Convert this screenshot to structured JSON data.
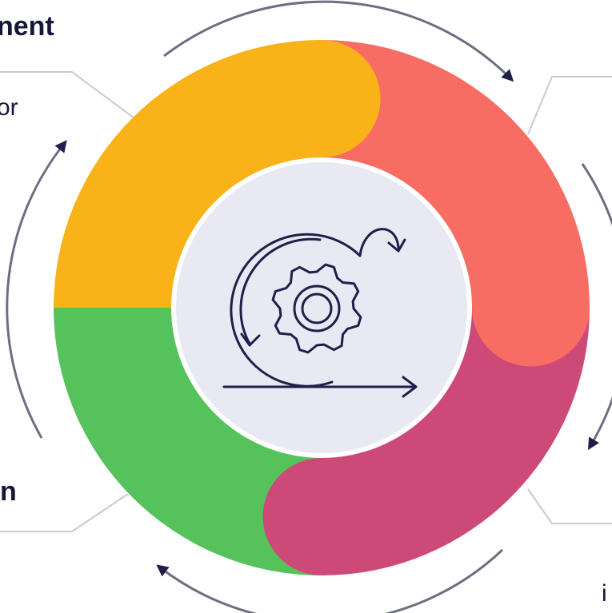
{
  "diagram": {
    "segments": [
      {
        "name": "top-left-segment",
        "color": "#f9b218"
      },
      {
        "name": "top-right-segment",
        "color": "#f76d63"
      },
      {
        "name": "bottom-right-segment",
        "color": "#cd4a78"
      },
      {
        "name": "bottom-left-segment",
        "color": "#56c25c"
      }
    ],
    "center": {
      "fill": "#e9e9f4",
      "icon": "gear-cycle-icon",
      "icon_color": "#1f1f4a"
    },
    "labels": {
      "top_left_title": "nent",
      "top_left_text": "or",
      "bottom_left_title": "n",
      "bottom_right_text": "i"
    }
  }
}
